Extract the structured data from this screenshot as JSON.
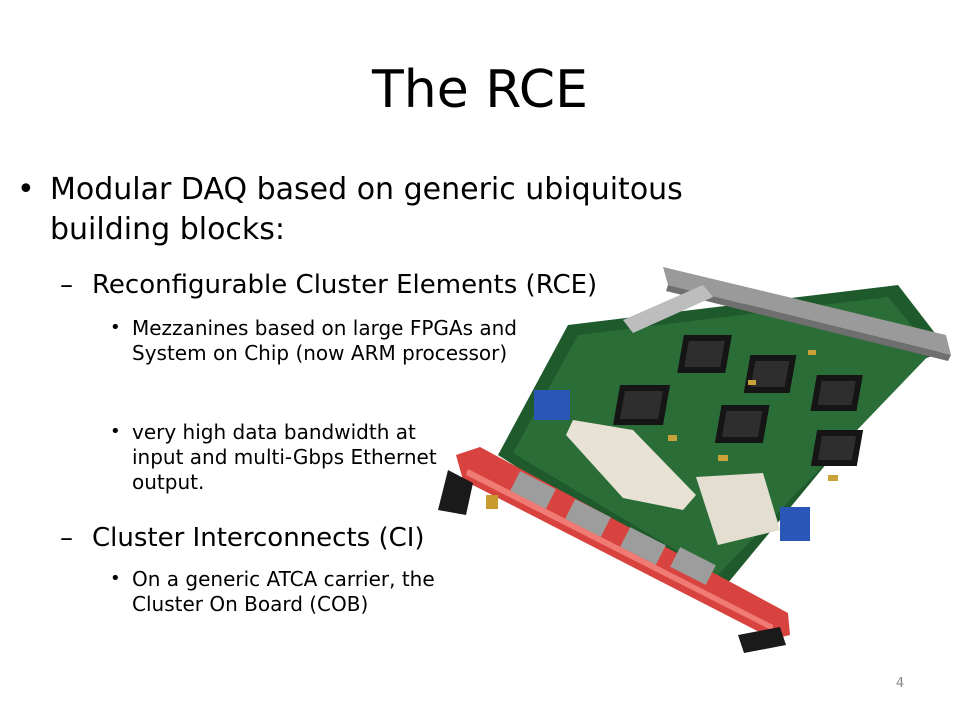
{
  "slide": {
    "title": "The RCE",
    "bullet_main": "Modular DAQ based on generic ubiquitous building blocks:",
    "sub1": {
      "text": "Reconfigurable Cluster Elements (RCE)",
      "items": [
        "Mezzanines based on  large FPGAs and System on Chip (now ARM processor)",
        "very high data bandwidth at input and multi-Gbps Ethernet output."
      ]
    },
    "sub2": {
      "text": "Cluster Interconnects (CI)",
      "items": [
        "On a generic ATCA carrier, the Cluster On Board (COB)"
      ]
    },
    "page_number": "4",
    "dash": "–",
    "bullet": "•"
  }
}
